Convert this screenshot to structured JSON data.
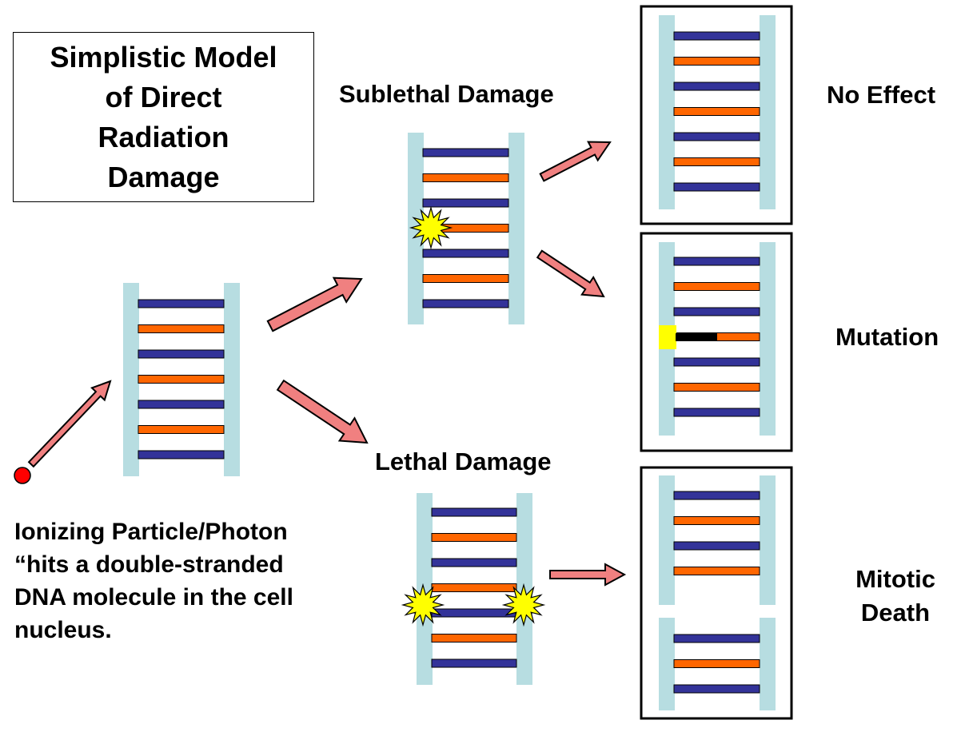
{
  "title": {
    "lines": [
      "Simplistic Model",
      "of Direct",
      "Radiation",
      "Damage"
    ]
  },
  "labels": {
    "sublethal": "Sublethal Damage",
    "lethal": "Lethal Damage",
    "no_effect": "No Effect",
    "mutation": "Mutation",
    "mitotic_death": [
      "Mitotic",
      "Death"
    ]
  },
  "caption": {
    "lines": [
      "Ionizing Particle/Photon",
      "“hits a double-stranded",
      "DNA molecule in the cell",
      "nucleus."
    ]
  },
  "colors": {
    "backbone": "#b7dde1",
    "rung_blue": "#333399",
    "rung_orange": "#ff6600",
    "arrow_fill": "#f08080",
    "burst": "#ffff00",
    "particle": "#ff0000",
    "mutation_mark": "#ffff00",
    "mutation_segment": "#000000"
  }
}
